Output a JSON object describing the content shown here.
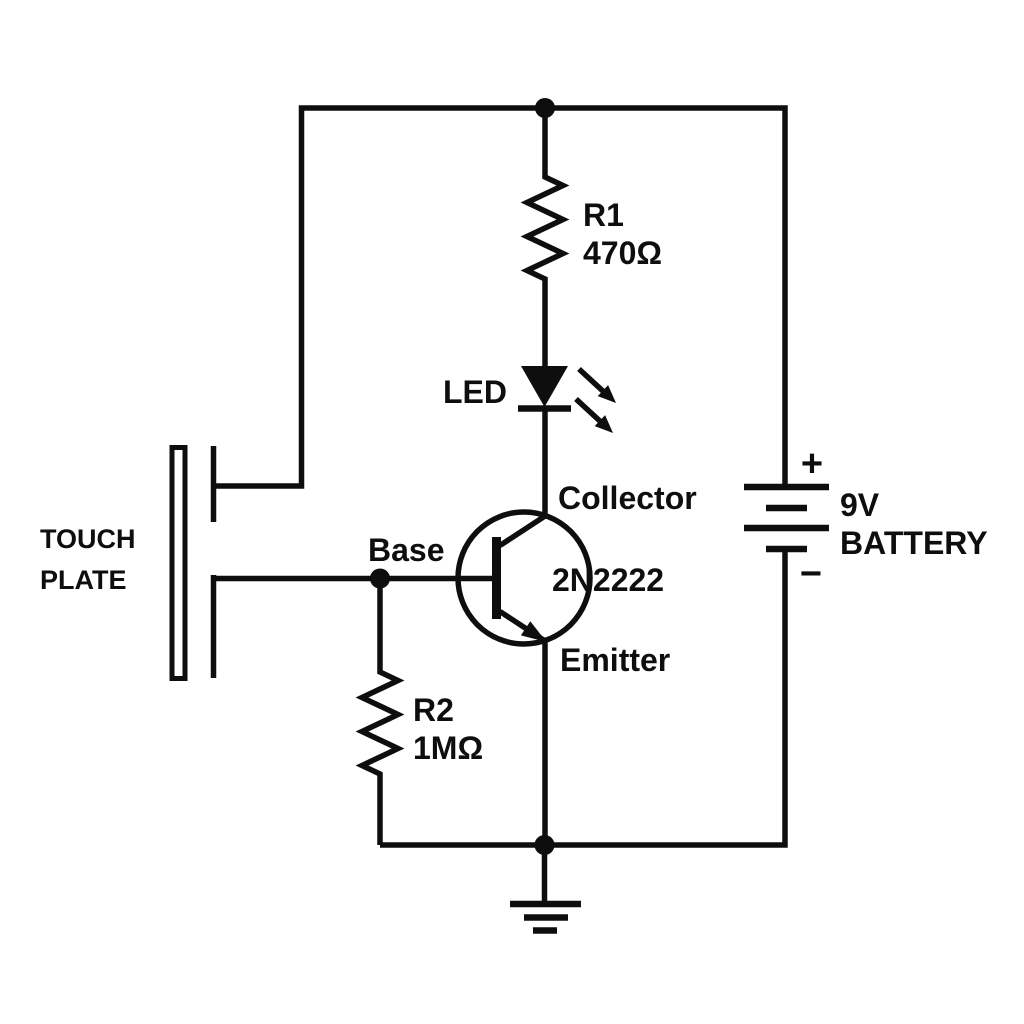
{
  "circuit": {
    "description": "Touch-activated LED switch schematic",
    "components": {
      "touch_plate": {
        "label_line1": "TOUCH",
        "label_line2": "PLATE"
      },
      "r1": {
        "designator": "R1",
        "value": "470Ω"
      },
      "r2": {
        "designator": "R2",
        "value": "1MΩ"
      },
      "led": {
        "label": "LED"
      },
      "transistor": {
        "part_number": "2N2222",
        "collector_label": "Collector",
        "base_label": "Base",
        "emitter_label": "Emitter"
      },
      "battery": {
        "voltage": "9V",
        "label": "BATTERY",
        "positive_sign": "+",
        "negative_sign": "−"
      }
    },
    "colors": {
      "ink": "#0e0e0e",
      "background": "#ffffff"
    }
  }
}
